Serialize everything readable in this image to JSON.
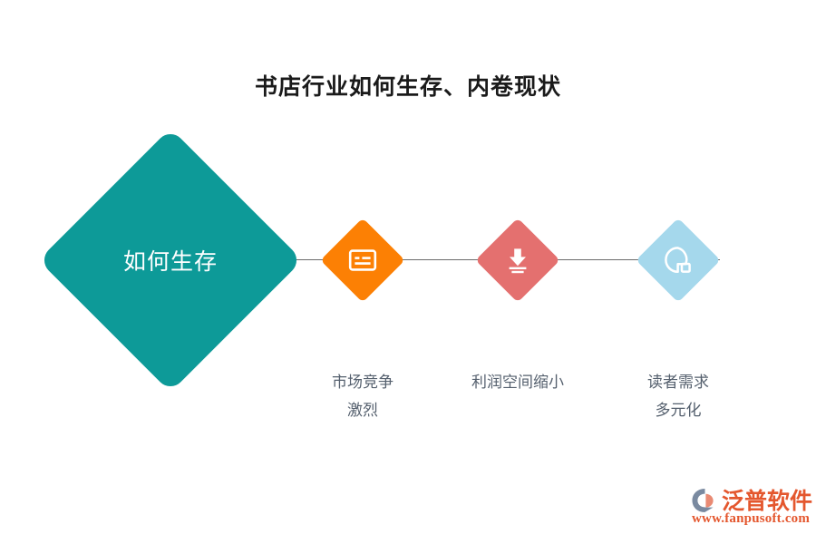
{
  "page": {
    "title": "书店行业如何生存、内卷现状",
    "background_color": "#ffffff"
  },
  "diagram": {
    "type": "chain-diagram",
    "root": {
      "label": "如何生存",
      "shape": "diamond",
      "fill_color": "#0d9a98",
      "text_color": "#ffffff"
    },
    "connector_color": "#6b6b6b",
    "nodes": [
      {
        "caption": "市场竞争\n激烈",
        "icon": "card-icon",
        "fill_color": "#fc8004",
        "icon_color": "#ffffff",
        "caption_color": "#55606e"
      },
      {
        "caption": "利润空间缩小",
        "icon": "download-icon",
        "fill_color": "#e4706f",
        "icon_color": "#ffffff",
        "caption_color": "#55606e"
      },
      {
        "caption": "读者需求\n多元化",
        "icon": "pie-chart-icon",
        "fill_color": "#a5d8ec",
        "icon_color": "#ffffff",
        "caption_color": "#55606e"
      }
    ]
  },
  "watermark": {
    "brand": "泛普软件",
    "url": "www.fanpusoft.com",
    "brand_color": "#e4572e",
    "mark_colors": {
      "arc": "#7a8aa0",
      "inner": "#e98a73"
    }
  }
}
